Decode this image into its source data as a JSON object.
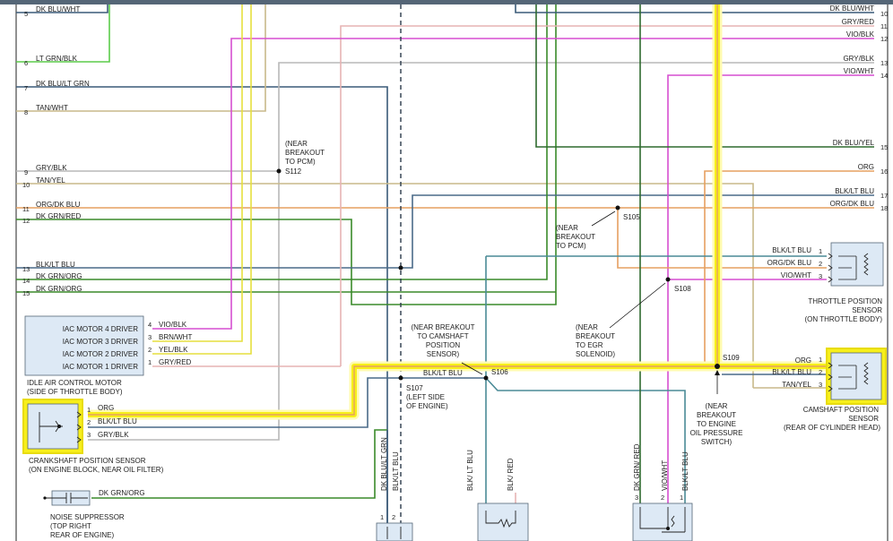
{
  "colors": {
    "highlight": "#f7ef1a",
    "highlight_glow": "#fffbb0",
    "wire_dark_blue": "#3a5a78",
    "wire_light_green": "#5ccc4a",
    "wire_tan": "#c8b98a",
    "wire_violet": "#d64fd0",
    "wire_yellow": "#e6df3e",
    "wire_gray": "#b8b8b8",
    "wire_pink": "#e6b4b4",
    "wire_orange": "#e6a060",
    "wire_green": "#3a8a2a",
    "wire_teal": "#4a8a96",
    "wire_black_blue": "#4a6a88",
    "component_fill": "#dde9f5",
    "frame_border": "#556677"
  },
  "left_pins": [
    {
      "num": "5",
      "color_code": "DK BLU/WHT"
    },
    {
      "num": "6",
      "color_code": "LT GRN/BLK"
    },
    {
      "num": "7",
      "color_code": "DK BLU/LT GRN"
    },
    {
      "num": "8",
      "color_code": "TAN/WHT"
    },
    {
      "num": "9",
      "color_code": "GRY/BLK"
    },
    {
      "num": "10",
      "color_code": "TAN/YEL"
    },
    {
      "num": "11",
      "color_code": "ORG/DK BLU"
    },
    {
      "num": "12",
      "color_code": "DK GRN/RED"
    },
    {
      "num": "13",
      "color_code": "BLK/LT BLU"
    },
    {
      "num": "14",
      "color_code": "DK GRN/ORG"
    },
    {
      "num": "15",
      "color_code": "DK GRN/ORG"
    }
  ],
  "right_pins": [
    {
      "num": "10",
      "color_code": "DK BLU/WHT"
    },
    {
      "num": "11",
      "color_code": "GRY/RED"
    },
    {
      "num": "12",
      "color_code": "VIO/BLK"
    },
    {
      "num": "13",
      "color_code": "GRY/BLK"
    },
    {
      "num": "14",
      "color_code": "VIO/WHT"
    },
    {
      "num": "15",
      "color_code": "DK BLU/YEL"
    },
    {
      "num": "16",
      "color_code": "ORG"
    },
    {
      "num": "17",
      "color_code": "BLK/LT BLU"
    },
    {
      "num": "18",
      "color_code": "ORG/DK BLU"
    }
  ],
  "splices": {
    "s112": {
      "id": "S112",
      "note": [
        "(NEAR",
        "BREAKOUT",
        "TO PCM)"
      ]
    },
    "s105": {
      "id": "S105",
      "note": [
        "(NEAR",
        "BREAKOUT",
        "TO PCM)"
      ]
    },
    "s108": {
      "id": "S108",
      "note": [
        "(NEAR",
        "BREAKOUT",
        "TO EGR",
        "SOLENOID)"
      ]
    },
    "s106": {
      "id": "S106",
      "note": [
        "(NEAR BREAKOUT",
        "TO CAMSHAFT",
        "POSITION",
        "SENSOR)"
      ]
    },
    "s107": {
      "id": "S107",
      "note": [
        "(LEFT SIDE",
        "OF ENGINE)"
      ]
    },
    "s109": {
      "id": "S109",
      "note": [
        "(NEAR",
        "BREAKOUT",
        "TO ENGINE",
        "OIL PRESSURE",
        "SWITCH)"
      ]
    }
  },
  "iac": {
    "drivers": [
      "IAC MOTOR 4 DRIVER",
      "IAC MOTOR 3 DRIVER",
      "IAC MOTOR 2 DRIVER",
      "IAC MOTOR 1 DRIVER"
    ],
    "pins": [
      {
        "num": "4",
        "code": "VIO/BLK"
      },
      {
        "num": "3",
        "code": "BRN/WHT"
      },
      {
        "num": "2",
        "code": "YEL/BLK"
      },
      {
        "num": "1",
        "code": "GRY/RED"
      }
    ],
    "caption": [
      "IDLE AIR CONTROL MOTOR",
      "(SIDE OF THROTTLE BODY)"
    ]
  },
  "crank": {
    "pins": [
      {
        "num": "1",
        "code": "ORG"
      },
      {
        "num": "2",
        "code": "BLK/LT BLU"
      },
      {
        "num": "3",
        "code": "GRY/BLK"
      }
    ],
    "caption": [
      "CRANKSHAFT POSITION SENSOR",
      "(ON ENGINE BLOCK, NEAR OIL FILTER)"
    ]
  },
  "tps": {
    "pins": [
      {
        "num": "1",
        "code": "BLK/LT BLU"
      },
      {
        "num": "2",
        "code": "ORG/DK BLU"
      },
      {
        "num": "3",
        "code": "VIO/WHT"
      }
    ],
    "caption": [
      "THROTTLE POSITION",
      "SENSOR",
      "(ON THROTTLE BODY)"
    ]
  },
  "cmp": {
    "pins": [
      {
        "num": "1",
        "code": "ORG"
      },
      {
        "num": "2",
        "code": "BLK/LT BLU"
      },
      {
        "num": "3",
        "code": "TAN/YEL"
      }
    ],
    "caption": [
      "CAMSHAFT POSITION",
      "SENSOR",
      "(REAR OF CYLINDER HEAD)"
    ]
  },
  "noise": {
    "code": "DK GRN/ORG",
    "caption": [
      "NOISE SUPPRESSOR",
      "(TOP RIGHT",
      "REAR OF ENGINE)"
    ]
  },
  "mid_labels": {
    "blk_lt_blu_s106": "BLK/LT BLU",
    "org_cmp": "ORG",
    "blk_lt_blu_cmp": "BLK/LT BLU",
    "tan_yel_cmp": "TAN/YEL"
  },
  "bottom_wires": [
    {
      "code": "DK BLU/LT GRN"
    },
    {
      "code": "BLK/LT BLU"
    },
    {
      "code": "BLK/ LT BLU"
    },
    {
      "code": "BLK/ RED"
    },
    {
      "code": "DK GRN/ RED"
    },
    {
      "code": "VIO/WHT"
    },
    {
      "code": "BLK/LT BLU"
    }
  ],
  "bottom_pins": [
    "1",
    "2",
    "3",
    "2",
    "1"
  ]
}
